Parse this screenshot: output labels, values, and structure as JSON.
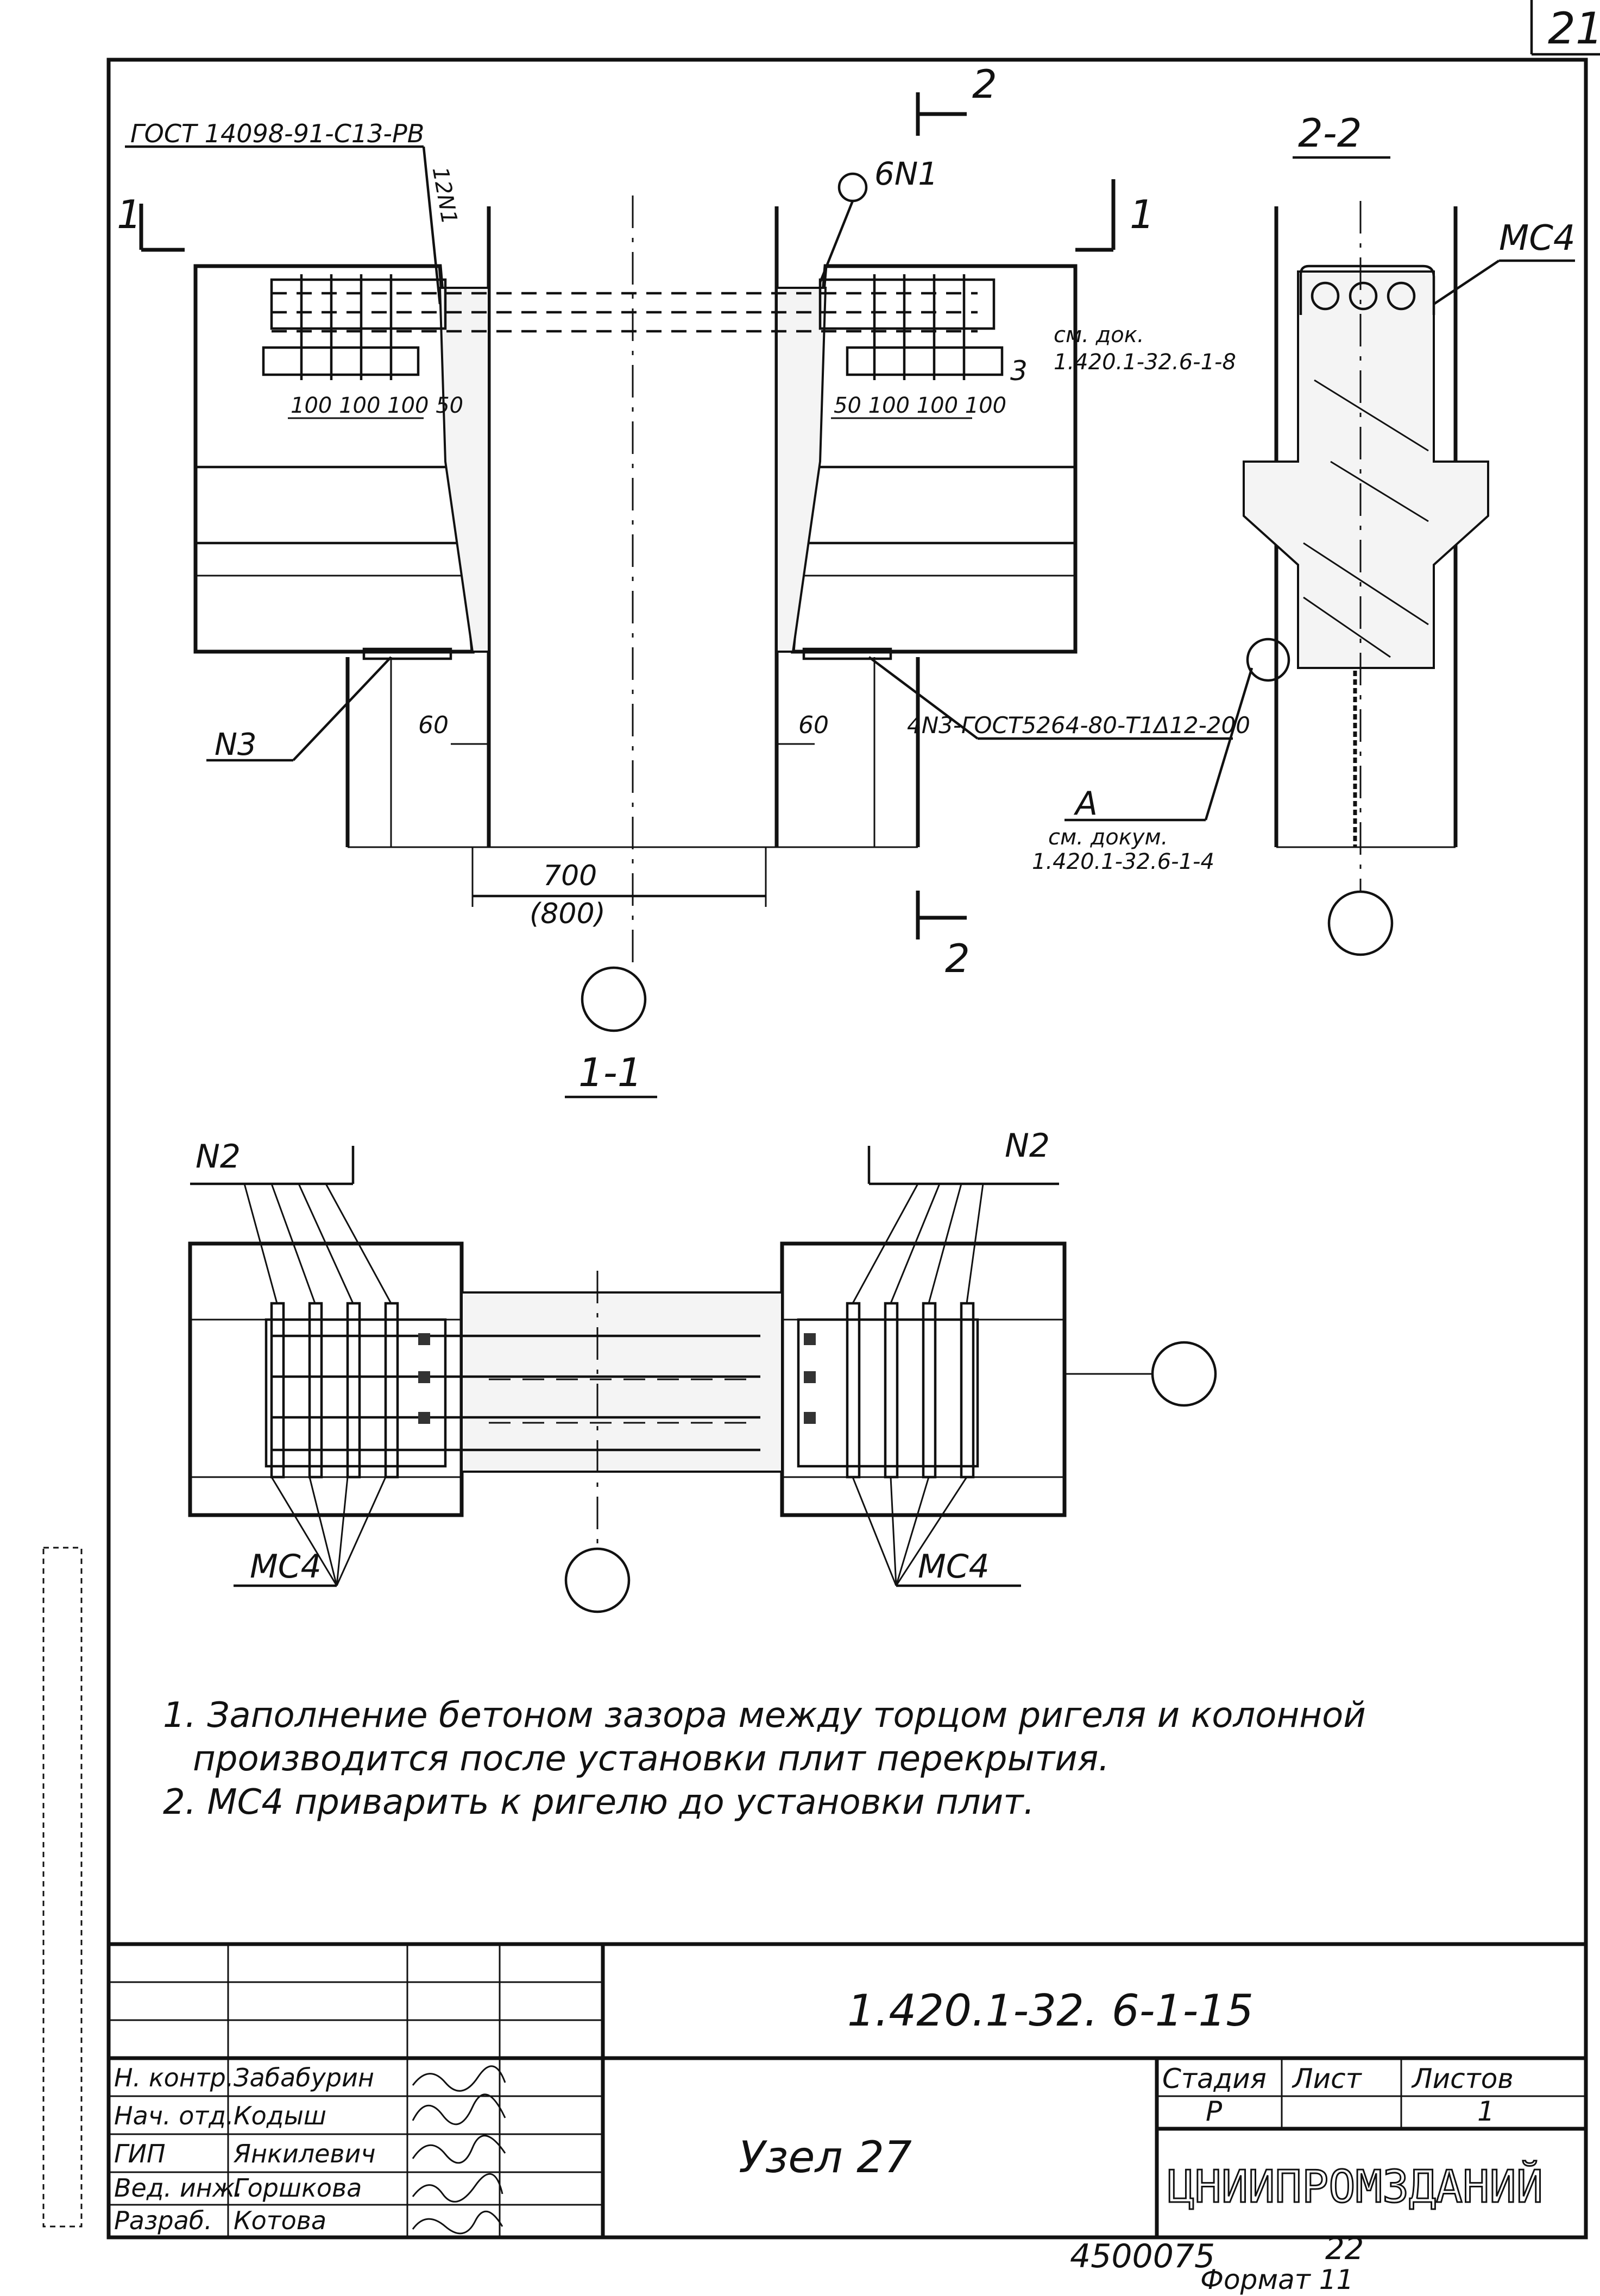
{
  "sheet": {
    "page_number": "21",
    "section_mark_left": "1",
    "section_mark_right": "1",
    "section_mark_2": "2",
    "section_1_title": "1-1",
    "section_2_title": "2-2"
  },
  "callouts": {
    "gost_left": "ГОСТ 14098-91-С13-РВ",
    "pos_12n1": "12N1",
    "pos_6n1": "6N1",
    "pos_n3": "N3",
    "gost_weld": "4N3-ГОСТ5264-80-Т1Δ12-200",
    "detail_a_label": "А",
    "detail_a_ref_1": "см. докум.",
    "detail_a_ref_2": "1.420.1-32.6-1-4",
    "ref_doc_1": "см. док.",
    "ref_doc_2": "1.420.1-32.6-1-8",
    "mark_3": "3",
    "mc4_top": "МС4",
    "n2_left": "N2",
    "n2_right": "N2",
    "mc4_left": "МС4",
    "mc4_right": "МС4"
  },
  "dimensions": {
    "left_spacing": "100 100 100 50",
    "right_spacing": "50 100 100 100",
    "gap_left": "60",
    "gap_right": "60",
    "width": "700",
    "width_alt": "(800)"
  },
  "notes": [
    "1. Заполнение бетоном зазора между торцом ригеля и колонной",
    "производится после установки плит перекрытия.",
    "2.  МС4 приварить к ригелю  до установки  плит."
  ],
  "title_block": {
    "designation": "1.420.1-32.  6-1-15",
    "node_title": "Узел 27",
    "stage_header": "Стадия",
    "sheet_header": "Лист",
    "sheets_header": "Листов",
    "stage_value": "Р",
    "sheet_value": "",
    "sheets_value": "1",
    "organization": "ЦНИИПРОМЗДАНИЙ",
    "roles": [
      {
        "role": "Н. контр.",
        "name": "Забабурин"
      },
      {
        "role": "Нач. отд.",
        "name": "Кодыш"
      },
      {
        "role": "ГИП",
        "name": "Янкилевич"
      },
      {
        "role": "Вед. инж.",
        "name": "Горшкова"
      },
      {
        "role": "Разраб.",
        "name": "Котова"
      }
    ]
  },
  "footer": {
    "inventory": "4500075",
    "copy_number": "22",
    "format": "Формат 11"
  }
}
